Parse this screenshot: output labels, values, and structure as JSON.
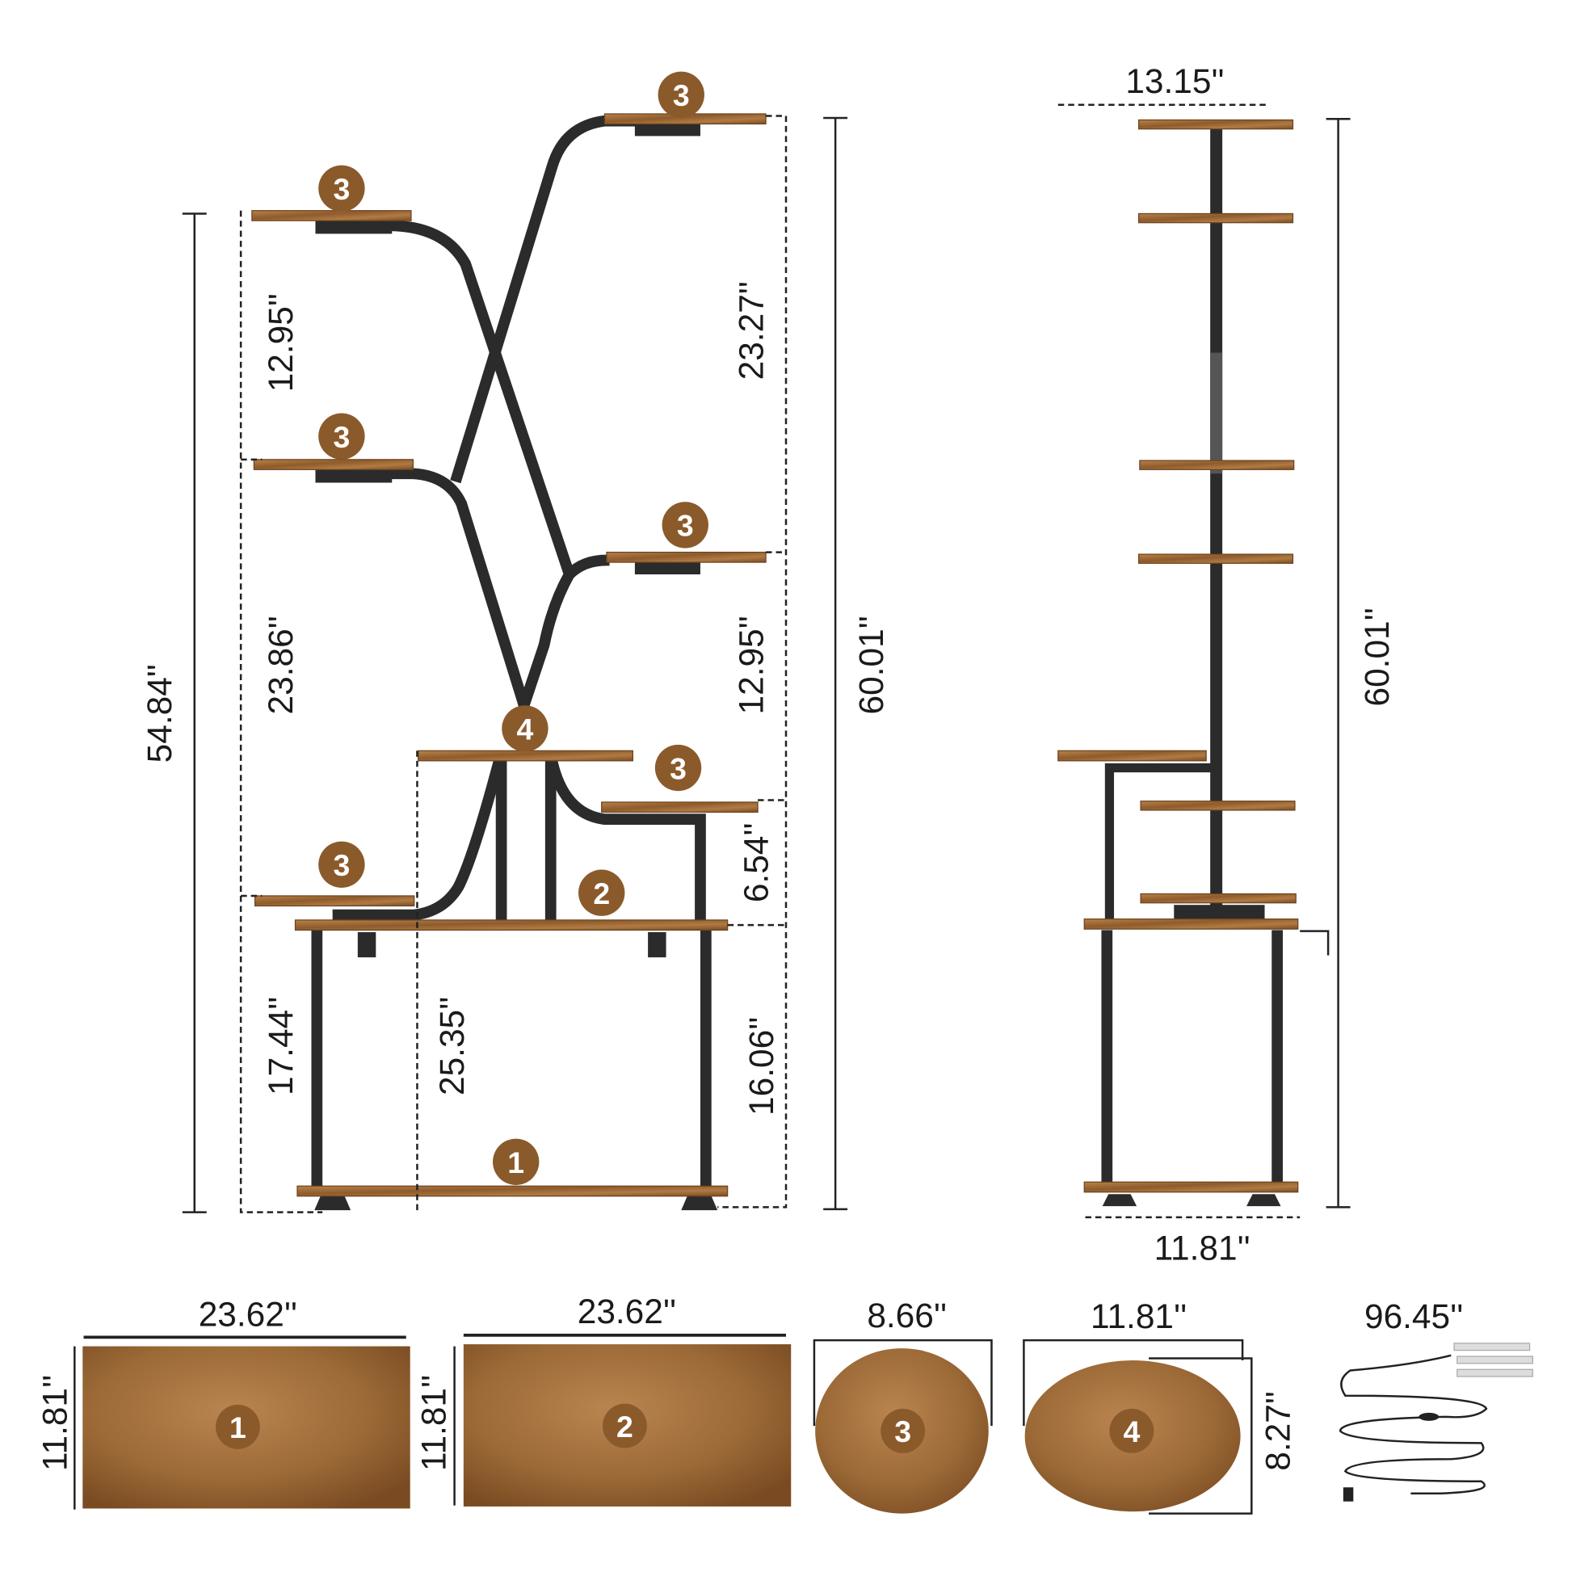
{
  "colors": {
    "wood": "#a8743f",
    "badge": "#8b5a2b",
    "frame": "#2b2b2b"
  },
  "front_view": {
    "badges": [
      "3",
      "3",
      "3",
      "3",
      "4",
      "3",
      "3",
      "2",
      "1"
    ],
    "dimensions": {
      "total_height_left": "54.84''",
      "upper_gap_left": "12.95''",
      "middle_gap_left": "23.86''",
      "lower_left": "17.44''",
      "center_to_floor": "25.35''",
      "top_gap_right": "23.27''",
      "middle_gap_right": "12.95''",
      "lower_gap_right": "6.54''",
      "bottom_right": "16.06''",
      "total_height": "60.01''"
    }
  },
  "side_view": {
    "top_width": "13.15''",
    "height": "60.01''",
    "base_depth": "11.81''"
  },
  "parts": [
    {
      "badge": "1",
      "width": "23.62''",
      "depth": "11.81''"
    },
    {
      "badge": "2",
      "width": "23.62''",
      "depth": "11.81''"
    },
    {
      "badge": "3",
      "diameter": "8.66''"
    },
    {
      "badge": "4",
      "width": "11.81''",
      "depth": "8.27''"
    },
    {
      "name": "led-grow-light",
      "length": "96.45''"
    }
  ]
}
